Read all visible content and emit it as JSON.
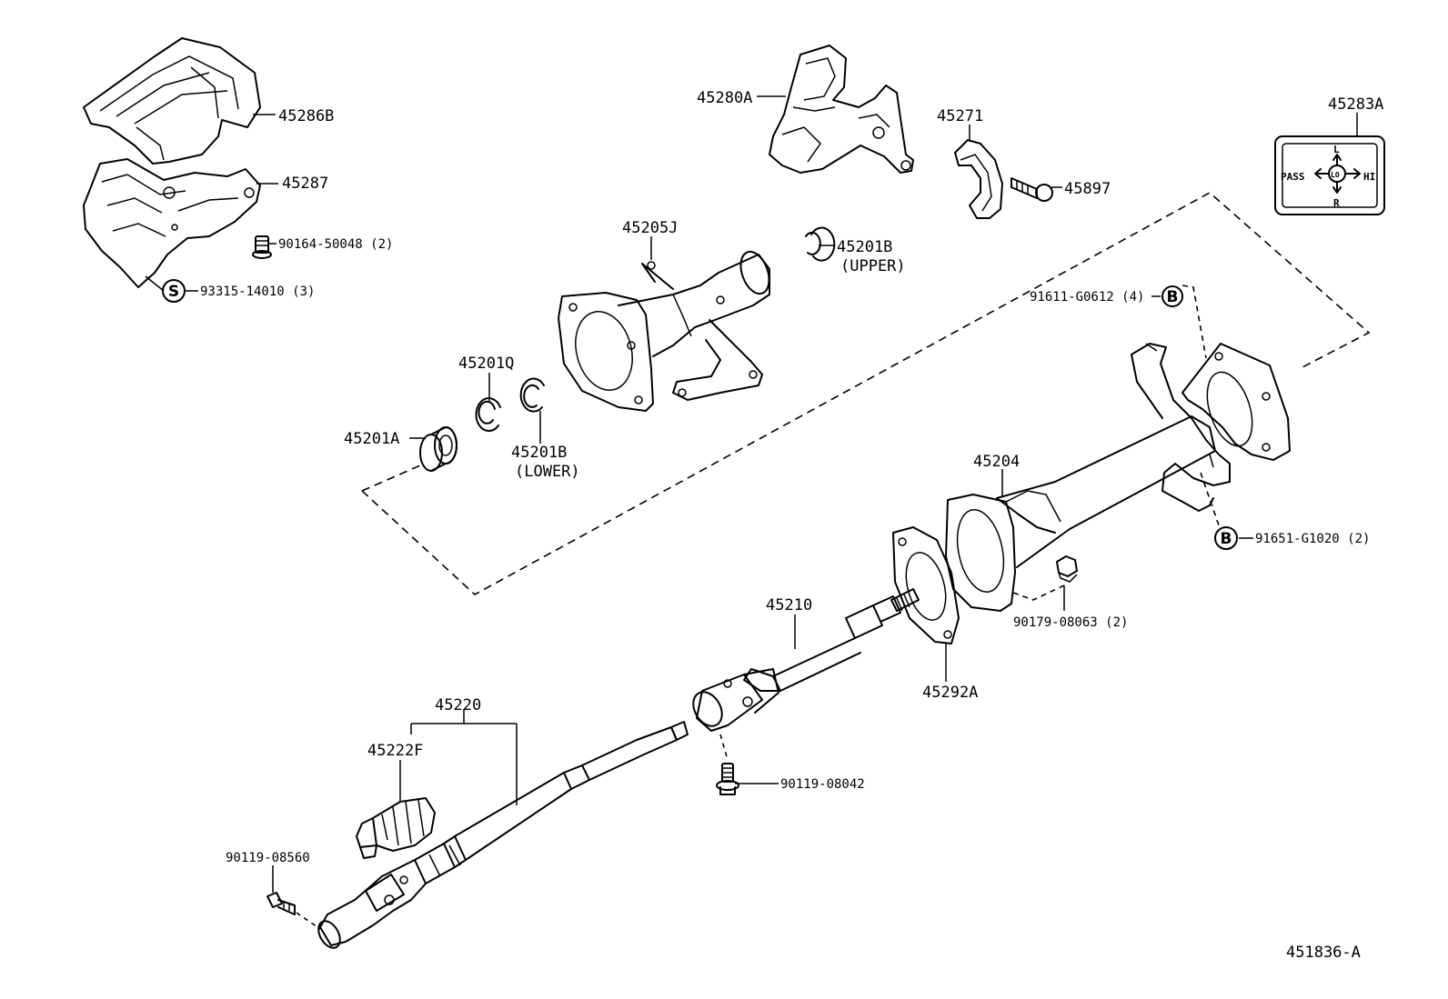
{
  "diagram_id": "451836-A",
  "labels": {
    "p45286B": "45286B",
    "p45287": "45287",
    "p90164": "90164-50048 (2)",
    "p93315": "93315-14010 (3)",
    "p45280A": "45280A",
    "p45271": "45271",
    "p45897": "45897",
    "p45283A": "45283A",
    "p45205J": "45205J",
    "p45201B_upper": "45201B",
    "upper": "(UPPER)",
    "p91611": "91611-G0612 (4)",
    "p45201Q": "45201Q",
    "p45201A": "45201A",
    "p45201B_lower": "45201B",
    "lower": "(LOWER)",
    "p45204": "45204",
    "p91651": "91651-G1020 (2)",
    "p90179": "90179-08063 (2)",
    "p45210": "45210",
    "p45292A": "45292A",
    "p45220": "45220",
    "p45222F": "45222F",
    "p90119_08042": "90119-08042",
    "p90119_08560": "90119-08560"
  },
  "badges": {
    "s": "S",
    "b": "B"
  },
  "switch_label": {
    "pass": "PASS",
    "hi": "HI",
    "lo": "LO",
    "l": "L",
    "r": "R"
  }
}
